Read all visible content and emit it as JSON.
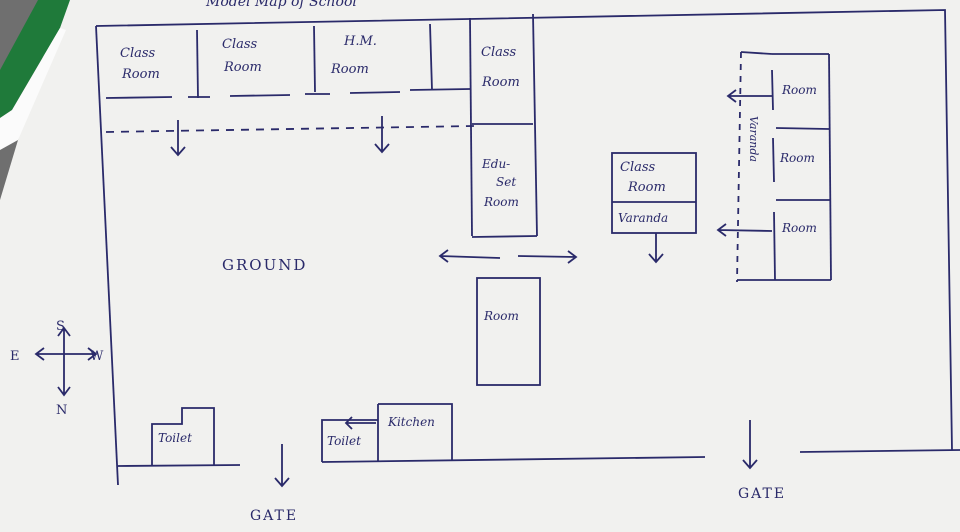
{
  "header_partial": "Model Map of School",
  "rooms": {
    "class_room_1": [
      "Class",
      "Room"
    ],
    "class_room_2": [
      "Class",
      "Room"
    ],
    "hm_room": [
      "H.M.",
      "Room"
    ],
    "class_room_3": [
      "Class",
      "Room"
    ],
    "edu_set_room": [
      "Edu-",
      "Set",
      "Room"
    ],
    "class_room_4": [
      "Class",
      "Room"
    ],
    "varanda_small": "Varanda",
    "varanda_vertical": "Varanda",
    "room_right_1": "Room",
    "room_right_2": "Room",
    "room_right_3": "Room",
    "room_center": "Room",
    "toilet_left": "Toilet",
    "toilet_right": "Toilet",
    "kitchen": "Kitchen"
  },
  "ground_label": "GROUND",
  "gate_left": "GATE",
  "gate_right": "GATE",
  "compass": {
    "north": "N",
    "south": "S",
    "east": "E",
    "west": "W"
  },
  "colors": {
    "ink": "#2a2a6a",
    "paper": "#f1f1ef",
    "binder_green": "#1f7a3a"
  }
}
